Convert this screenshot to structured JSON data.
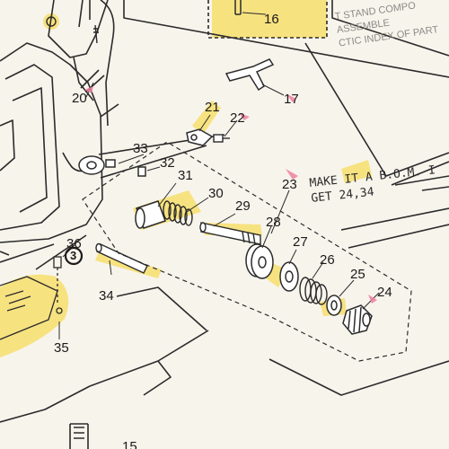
{
  "colors": {
    "ink": "#2b2b2b",
    "highlight_yellow": "#f7dc5c",
    "highlight_pink": "#ef7fa0",
    "paper": "#f7f4ec"
  },
  "parts": [
    {
      "number": "16"
    },
    {
      "number": "17"
    },
    {
      "number": "20"
    },
    {
      "number": "21"
    },
    {
      "number": "22"
    },
    {
      "number": "23"
    },
    {
      "number": "24"
    },
    {
      "number": "25"
    },
    {
      "number": "26"
    },
    {
      "number": "27"
    },
    {
      "number": "28"
    },
    {
      "number": "29"
    },
    {
      "number": "30"
    },
    {
      "number": "31"
    },
    {
      "number": "32"
    },
    {
      "number": "33"
    },
    {
      "number": "34"
    },
    {
      "number": "35"
    },
    {
      "number": "36"
    },
    {
      "number": "15"
    }
  ],
  "circled_marker": "3",
  "handwritten_note": {
    "line1": "MAKE IT A B.O.M. I",
    "line2": "GET 24,34"
  },
  "background_text": {
    "line1": "T STAND COMPO",
    "line2": "ASSEMBLE",
    "line3": "CTIC INDEX OF PART"
  }
}
